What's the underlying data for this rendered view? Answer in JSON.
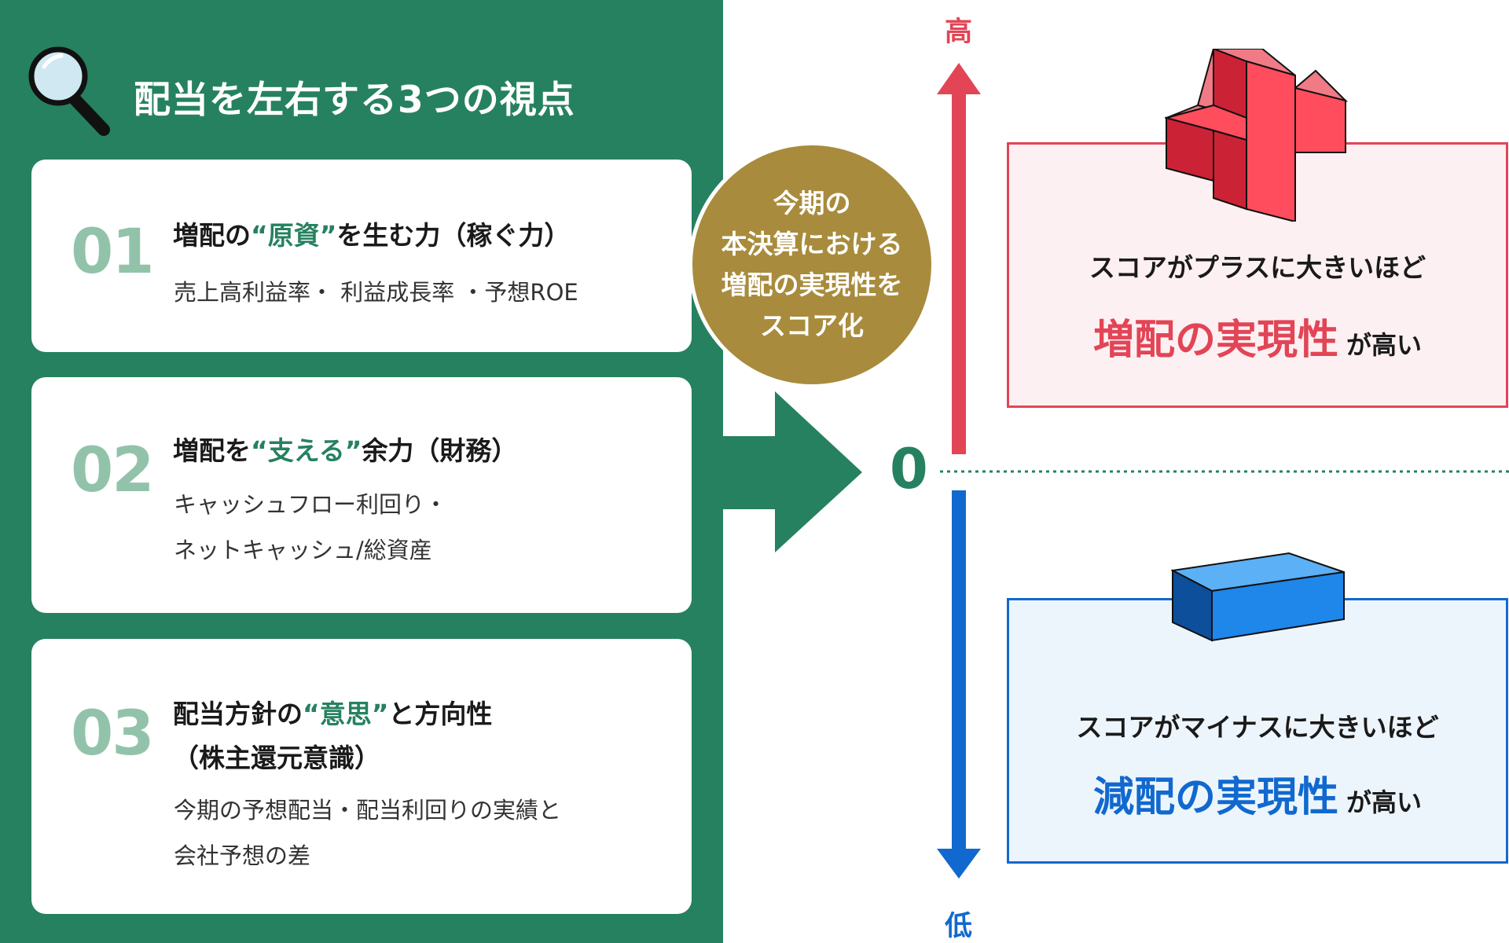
{
  "left_panel": {
    "title": "配当を左右する3つの視点",
    "cards": [
      {
        "number": "01",
        "heading_pre": "増配の",
        "heading_hl": "“原資”",
        "heading_post": "を生む力（稼ぐ力）",
        "body_lines": [
          "売上高利益率・ 利益成長率 ・予想ROE"
        ]
      },
      {
        "number": "02",
        "heading_pre": "増配を",
        "heading_hl": "“支える”",
        "heading_post": "余力（財務）",
        "body_lines": [
          "キャッシュフロー利回り・",
          "ネットキャッシュ/総資産"
        ]
      },
      {
        "number": "03",
        "heading_pre": "配当方針の",
        "heading_hl": "“意思”",
        "heading_post": "と方向性",
        "heading_line2": "（株主還元意識）",
        "body_lines": [
          "今期の予想配当・配当利回りの実績と",
          "会社予想の差"
        ]
      }
    ]
  },
  "score_circle": {
    "lines": [
      "今期の",
      "本決算における",
      "増配の実現性を",
      "スコア化"
    ]
  },
  "axis": {
    "high_label": "高",
    "low_label": "低",
    "zero_label": "0"
  },
  "plus_box": {
    "line1": "スコアがプラスに大きいほど",
    "emphasis": "増配の実現性",
    "tail": "が高い"
  },
  "minus_box": {
    "line1": "スコアがマイナスに大きいほど",
    "emphasis": "減配の実現性",
    "tail": "が高い"
  },
  "colors": {
    "panel_green": "#268160",
    "number_green": "#92c3aa",
    "circle_gold": "#a88b3c",
    "plus_red": "#e24556",
    "minus_blue": "#1169cf"
  },
  "icons": [
    "search-icon",
    "plus-icon",
    "minus-icon",
    "arrow-up-icon",
    "arrow-down-icon",
    "flow-arrow-icon"
  ]
}
